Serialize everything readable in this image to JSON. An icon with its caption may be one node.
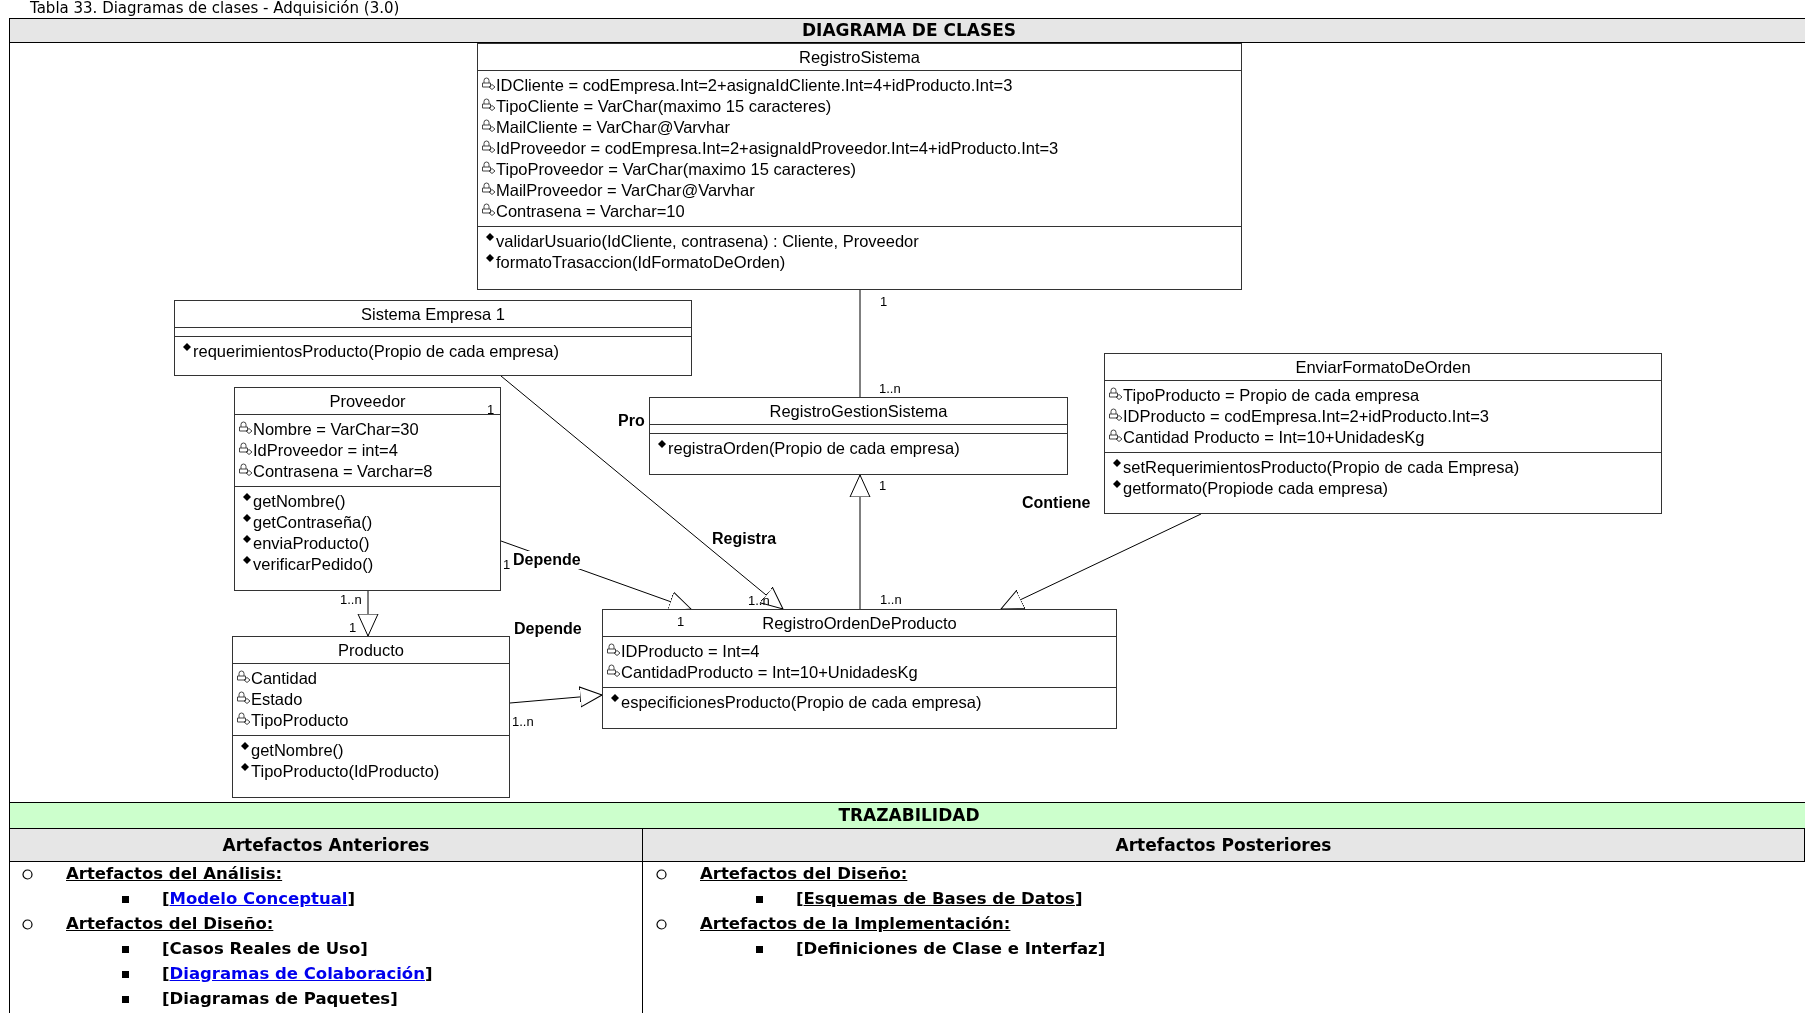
{
  "diagram": {
    "title": "Tabla 33. Diagramas de clases - Adquisición (3.0)",
    "nodes": [
      {
        "text": [
          "RegistroSistema",
          "IDCliente = codEmpresa.Int=2+asignaIdCliente.Int=4+idProducto.Int=3",
          "TipoCliente = VarChar(maximo 15 caracteres)",
          "MailCliente = VarChar@Varvhar",
          "IdProveedor = codEmpresa.Int=2+asignaIdProveedor.Int=4+idProducto.Int=3",
          "TipoProveedor = VarChar(maximo 15 caracteres)",
          "MailProveedor = VarChar@Varvhar",
          "Contrasena = Varchar=10",
          "validarUsuario(IdCliente, contrasena) : Cliente, Proveedor",
          "formatoTrasaccion(IdFormatoDeOrden)"
        ]
      },
      {
        "text": [
          "Sistema Empresa 1",
          "requerimientosProducto(Propio de cada empresa)"
        ]
      },
      {
        "text": [
          "Proveedor",
          "Nombre = VarChar=30",
          "IdProveedor = int=4",
          "Contrasena = Varchar=8",
          "getNombre()",
          "getContraseña()",
          "enviaProducto()",
          "verificarPedido()"
        ]
      },
      {
        "text": [
          "RegistroGestionSistema",
          "registraOrden(Propio de cada empresa)"
        ]
      },
      {
        "text": [
          "EnviarFormatoDeOrden",
          "TipoProducto = Propio de cada empresa",
          "IDProducto = codEmpresa.Int=2+idProducto.Int=3",
          "Cantidad Producto = Int=10+UnidadesKg",
          "setRequerimientosProducto(Propio de cada Empresa)",
          "getformato(Propiode cada empresa)"
        ]
      },
      {
        "text": [
          "RegistroOrdenDeProducto",
          "IDProducto = Int=4",
          "CantidadProducto = Int=10+UnidadesKg",
          "especificionesProducto(Propio de cada empresa)"
        ]
      },
      {
        "text": [
          "Producto",
          "Cantidad",
          "Estado",
          "TipoProducto",
          "getNombre()",
          "TipoProducto(IdProducto)"
        ]
      }
    ],
    "edges": [
      {
        "from": 0,
        "to": 3,
        "arrow": "none"
      },
      {
        "from": 5,
        "to": 3,
        "arrow": "to"
      },
      {
        "from": 1,
        "to": 5,
        "arrow": "to",
        "label": "Registra"
      },
      {
        "from": 2,
        "to": 5,
        "arrow": "to",
        "label": "Depende"
      },
      {
        "from": 2,
        "to": 6,
        "arrow": "to"
      },
      {
        "from": 6,
        "to": 5,
        "arrow": "to",
        "label": "Depende"
      },
      {
        "from": 4,
        "to": 5,
        "arrow": "to",
        "label": "Contiene"
      }
    ],
    "labels": [
      "DIAGRAMA DE CLASES",
      "1",
      "1..n",
      "1",
      "Pro",
      "1",
      "1",
      "1..n",
      "1..n",
      "1..n",
      "1",
      "1",
      "1..n",
      "TRAZABILIDAD",
      "Artefactos Anteriores",
      "Artefactos Posteriores",
      "Artefactos del Análisis:",
      "[Modelo Conceptual]",
      "Artefactos del Diseño:",
      "[Casos Reales de Uso]",
      "[Diagramas de Colaboración]",
      "[Diagramas de Paquetes]",
      "Artefactos del Diseño:",
      "[Esquemas de Bases de Datos]",
      "Artefactos de la Implementación:",
      "[Definiciones de Clase e Interfaz]"
    ]
  }
}
